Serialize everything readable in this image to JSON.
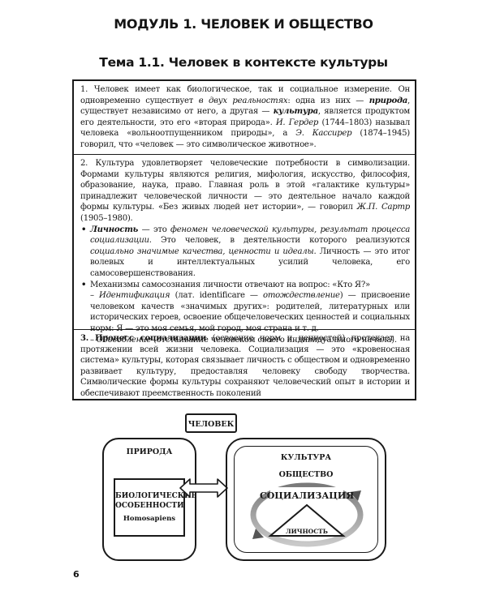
{
  "header": {
    "module_title": "МОДУЛЬ 1. ЧЕЛОВЕК И ОБЩЕСТВО",
    "topic_title": "Тема 1.1. Человек в контексте культуры"
  },
  "section1": {
    "p1": "1. Человек имеет как биологическое, так и социальное измерение. Он одновременно существует ",
    "p1_em1": "в двух реальностях",
    "p1_b": ": одна из них — ",
    "p1_em2": "природа",
    "p1_c": ", существует независимо от него, а другая — ",
    "p1_em3": "культура",
    "p1_d": ", является продуктом его деятельности, это его «вторая природа». ",
    "p1_name1": "И. Гердер",
    "p1_e": " (1744–1803) называл человека «вольноотпущенником природы», а ",
    "p1_name2": "Э. Кассирер",
    "p1_f": " (1874–1945) говорил, что «человек — это символическое животное»."
  },
  "section2": {
    "p1a": "2. Культура удовлетворяет человеческие потребности в символизации. Формами культуры являются религия, мифология, искусство, философия, образование, наука, право. Главная роль в этой «галактике культуры» принадлежит человеческой личности — это деятельное начало каждой формы культуры. «Без живых людей нет истории», — говорил ",
    "p1_name": "Ж.П. Сартр",
    "p1b": " (1905–1980).",
    "b1_term": "Личность",
    "b1_dash": " — это ",
    "b1_em1": "феномен человеческой культуры, результат процесса социализации",
    "b1_a": ". Это человек, в деятельности которого реализуются ",
    "b1_em2": "социально значимые качества, ценности и идеалы",
    "b1_b": ". Личность — это итог волевых и интеллектуальных усилий человека, его самосовершенствования.",
    "b2": "Механизмы самосознания личности отвечают на вопрос: «Кто Я?»",
    "b2_s1_dash": "– ",
    "b2_s1_em": "Идентификация",
    "b2_s1_a": " (лат. identificare — ",
    "b2_s1_em2": "отождествление",
    "b2_s1_b": ") — присвоение человеком качеств «значимых других»: родителей, литературных или исторических героев, освоение общечеловеческих ценностей и социальных норм: Я — это моя семья, мой город, моя страна и т. д.",
    "b2_s2_dash": "– ",
    "b2_s2_em": "Обособление",
    "b2_s2_a": " (отстаивание человеком своего индивидуального начала)."
  },
  "section3": {
    "num": "3. ",
    "term": "Процесс социализации",
    "text": " (освоение норм и ценностей) протекает на протяжении всей жизни человека. Социализация — это «кровеносная система» культуры, которая связывает личность с обществом и одновременно развивает культуру, предоставляя человеку свободу творчества. Символические формы культуры сохраняют человеческий опыт в истории и обеспечивают преемственность поколений"
  },
  "diagram": {
    "man": "ЧЕЛОВЕК",
    "nature": "ПРИРОДА",
    "bio_line1": "БИОЛОГИЧЕСКИЕ",
    "bio_line2": "ОСОБЕННОСТИ",
    "homo": "Homosapiens",
    "culture": "КУЛЬТУРА",
    "society": "ОБЩЕСТВО",
    "socialization": "СОЦИАЛИЗАЦИЯ",
    "personality": "ЛИЧНОСТЬ"
  },
  "footer": {
    "page_number": "6"
  }
}
